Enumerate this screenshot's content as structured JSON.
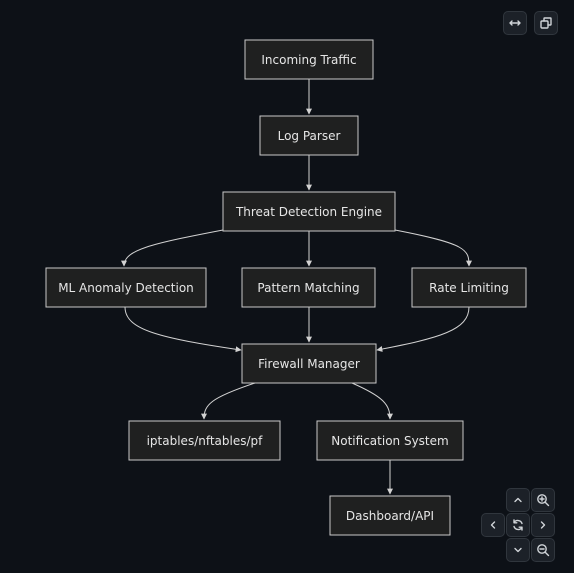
{
  "diagram": {
    "nodes": {
      "incoming": "Incoming Traffic",
      "parser": "Log Parser",
      "engine": "Threat Detection Engine",
      "ml": "ML Anomaly Detection",
      "pattern": "Pattern Matching",
      "rate": "Rate Limiting",
      "firewall": "Firewall Manager",
      "iptables": "iptables/nftables/pf",
      "notify": "Notification System",
      "dashboard": "Dashboard/API"
    }
  },
  "toolbar": {
    "fit_icon": "fit-width-icon",
    "copy_icon": "copy-icon"
  },
  "nav_controls": {
    "pan_up_icon": "chevron-up-icon",
    "zoom_in_icon": "zoom-in-icon",
    "pan_left_icon": "chevron-left-icon",
    "reset_icon": "reset-icon",
    "pan_right_icon": "chevron-right-icon",
    "pan_down_icon": "chevron-down-icon",
    "zoom_out_icon": "zoom-out-icon"
  }
}
